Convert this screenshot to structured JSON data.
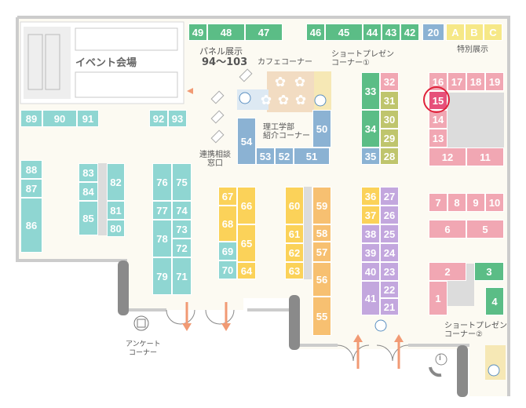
{
  "labels": {
    "event_hall": "イベント会場",
    "panel_exhibit": "パネル展示",
    "panel_range": "94～103",
    "cafe_corner": "カフェコーナー",
    "short_presen_1_a": "ショートプレゼン",
    "short_presen_1_b": "コーナー①",
    "science_dept_a": "理工学部",
    "science_dept_b": "紹介コーナー",
    "consult_a": "連携相談",
    "consult_b": "窓口",
    "special_exhibit": "特別展示",
    "questionnaire_a": "アンケート",
    "questionnaire_b": "コーナー",
    "short_presen_2_a": "ショートプレゼン",
    "short_presen_2_b": "コーナー②",
    "info_symbol": "i"
  },
  "highlight": {
    "booth": "15",
    "color": "#e0223b"
  },
  "colors": {
    "green": "#5bbd86",
    "teal": "#8fd6d2",
    "yellow": "#fbd259",
    "orange": "#f7c071",
    "purple": "#c3a7de",
    "pink": "#f1a7b3",
    "hot_pink": "#e6507a",
    "blue": "#8bb2d3",
    "khaki": "#bfc56d",
    "lemon": "#f6e887",
    "wall": "#cccccc",
    "floor": "#fcfaf2",
    "arrow": "#f19a74"
  },
  "booths": [
    {
      "id": "49",
      "color": "green"
    },
    {
      "id": "48",
      "color": "green"
    },
    {
      "id": "47",
      "color": "green"
    },
    {
      "id": "46",
      "color": "green"
    },
    {
      "id": "45",
      "color": "green"
    },
    {
      "id": "44",
      "color": "green"
    },
    {
      "id": "43",
      "color": "green"
    },
    {
      "id": "42",
      "color": "green"
    },
    {
      "id": "20",
      "color": "blue"
    },
    {
      "id": "A",
      "color": "lemon"
    },
    {
      "id": "B",
      "color": "lemon"
    },
    {
      "id": "C",
      "color": "lemon"
    },
    {
      "id": "89",
      "color": "teal"
    },
    {
      "id": "90",
      "color": "teal"
    },
    {
      "id": "91",
      "color": "teal"
    },
    {
      "id": "92",
      "color": "teal"
    },
    {
      "id": "93",
      "color": "teal"
    },
    {
      "id": "88",
      "color": "teal"
    },
    {
      "id": "87",
      "color": "teal"
    },
    {
      "id": "86",
      "color": "teal"
    },
    {
      "id": "83",
      "color": "teal"
    },
    {
      "id": "84",
      "color": "teal"
    },
    {
      "id": "85",
      "color": "teal"
    },
    {
      "id": "82",
      "color": "teal"
    },
    {
      "id": "81",
      "color": "teal"
    },
    {
      "id": "80",
      "color": "teal"
    },
    {
      "id": "76",
      "color": "teal"
    },
    {
      "id": "75",
      "color": "teal"
    },
    {
      "id": "77",
      "color": "teal"
    },
    {
      "id": "74",
      "color": "teal"
    },
    {
      "id": "78",
      "color": "teal"
    },
    {
      "id": "73",
      "color": "teal"
    },
    {
      "id": "72",
      "color": "teal"
    },
    {
      "id": "79",
      "color": "teal"
    },
    {
      "id": "71",
      "color": "teal"
    },
    {
      "id": "67",
      "color": "yellow"
    },
    {
      "id": "66",
      "color": "yellow"
    },
    {
      "id": "68",
      "color": "yellow"
    },
    {
      "id": "65",
      "color": "yellow"
    },
    {
      "id": "69",
      "color": "teal"
    },
    {
      "id": "70",
      "color": "teal"
    },
    {
      "id": "64",
      "color": "yellow"
    },
    {
      "id": "60",
      "color": "yellow"
    },
    {
      "id": "61",
      "color": "yellow"
    },
    {
      "id": "62",
      "color": "yellow"
    },
    {
      "id": "63",
      "color": "yellow"
    },
    {
      "id": "59",
      "color": "orange"
    },
    {
      "id": "58",
      "color": "orange"
    },
    {
      "id": "57",
      "color": "orange"
    },
    {
      "id": "56",
      "color": "orange"
    },
    {
      "id": "55",
      "color": "orange"
    },
    {
      "id": "54",
      "color": "blue"
    },
    {
      "id": "53",
      "color": "blue"
    },
    {
      "id": "52",
      "color": "blue"
    },
    {
      "id": "51",
      "color": "blue"
    },
    {
      "id": "50",
      "color": "blue"
    },
    {
      "id": "33",
      "color": "green"
    },
    {
      "id": "32",
      "color": "pink"
    },
    {
      "id": "31",
      "color": "khaki"
    },
    {
      "id": "34",
      "color": "green"
    },
    {
      "id": "30",
      "color": "khaki"
    },
    {
      "id": "29",
      "color": "khaki"
    },
    {
      "id": "35",
      "color": "blue"
    },
    {
      "id": "28",
      "color": "khaki"
    },
    {
      "id": "36",
      "color": "yellow"
    },
    {
      "id": "27",
      "color": "purple"
    },
    {
      "id": "37",
      "color": "yellow"
    },
    {
      "id": "26",
      "color": "purple"
    },
    {
      "id": "38",
      "color": "purple"
    },
    {
      "id": "25",
      "color": "purple"
    },
    {
      "id": "39",
      "color": "purple"
    },
    {
      "id": "24",
      "color": "purple"
    },
    {
      "id": "40",
      "color": "purple"
    },
    {
      "id": "23",
      "color": "purple"
    },
    {
      "id": "41",
      "color": "purple"
    },
    {
      "id": "22",
      "color": "purple"
    },
    {
      "id": "21",
      "color": "purple"
    },
    {
      "id": "16",
      "color": "pink"
    },
    {
      "id": "17",
      "color": "pink"
    },
    {
      "id": "18",
      "color": "pink"
    },
    {
      "id": "19",
      "color": "pink"
    },
    {
      "id": "15",
      "color": "hot_pink"
    },
    {
      "id": "14",
      "color": "pink"
    },
    {
      "id": "13",
      "color": "pink"
    },
    {
      "id": "12",
      "color": "pink"
    },
    {
      "id": "11",
      "color": "pink"
    },
    {
      "id": "7",
      "color": "pink"
    },
    {
      "id": "8",
      "color": "pink"
    },
    {
      "id": "9",
      "color": "pink"
    },
    {
      "id": "10",
      "color": "pink"
    },
    {
      "id": "6",
      "color": "pink"
    },
    {
      "id": "5",
      "color": "pink"
    },
    {
      "id": "2",
      "color": "pink"
    },
    {
      "id": "3",
      "color": "green"
    },
    {
      "id": "1",
      "color": "pink"
    },
    {
      "id": "4",
      "color": "green"
    }
  ]
}
